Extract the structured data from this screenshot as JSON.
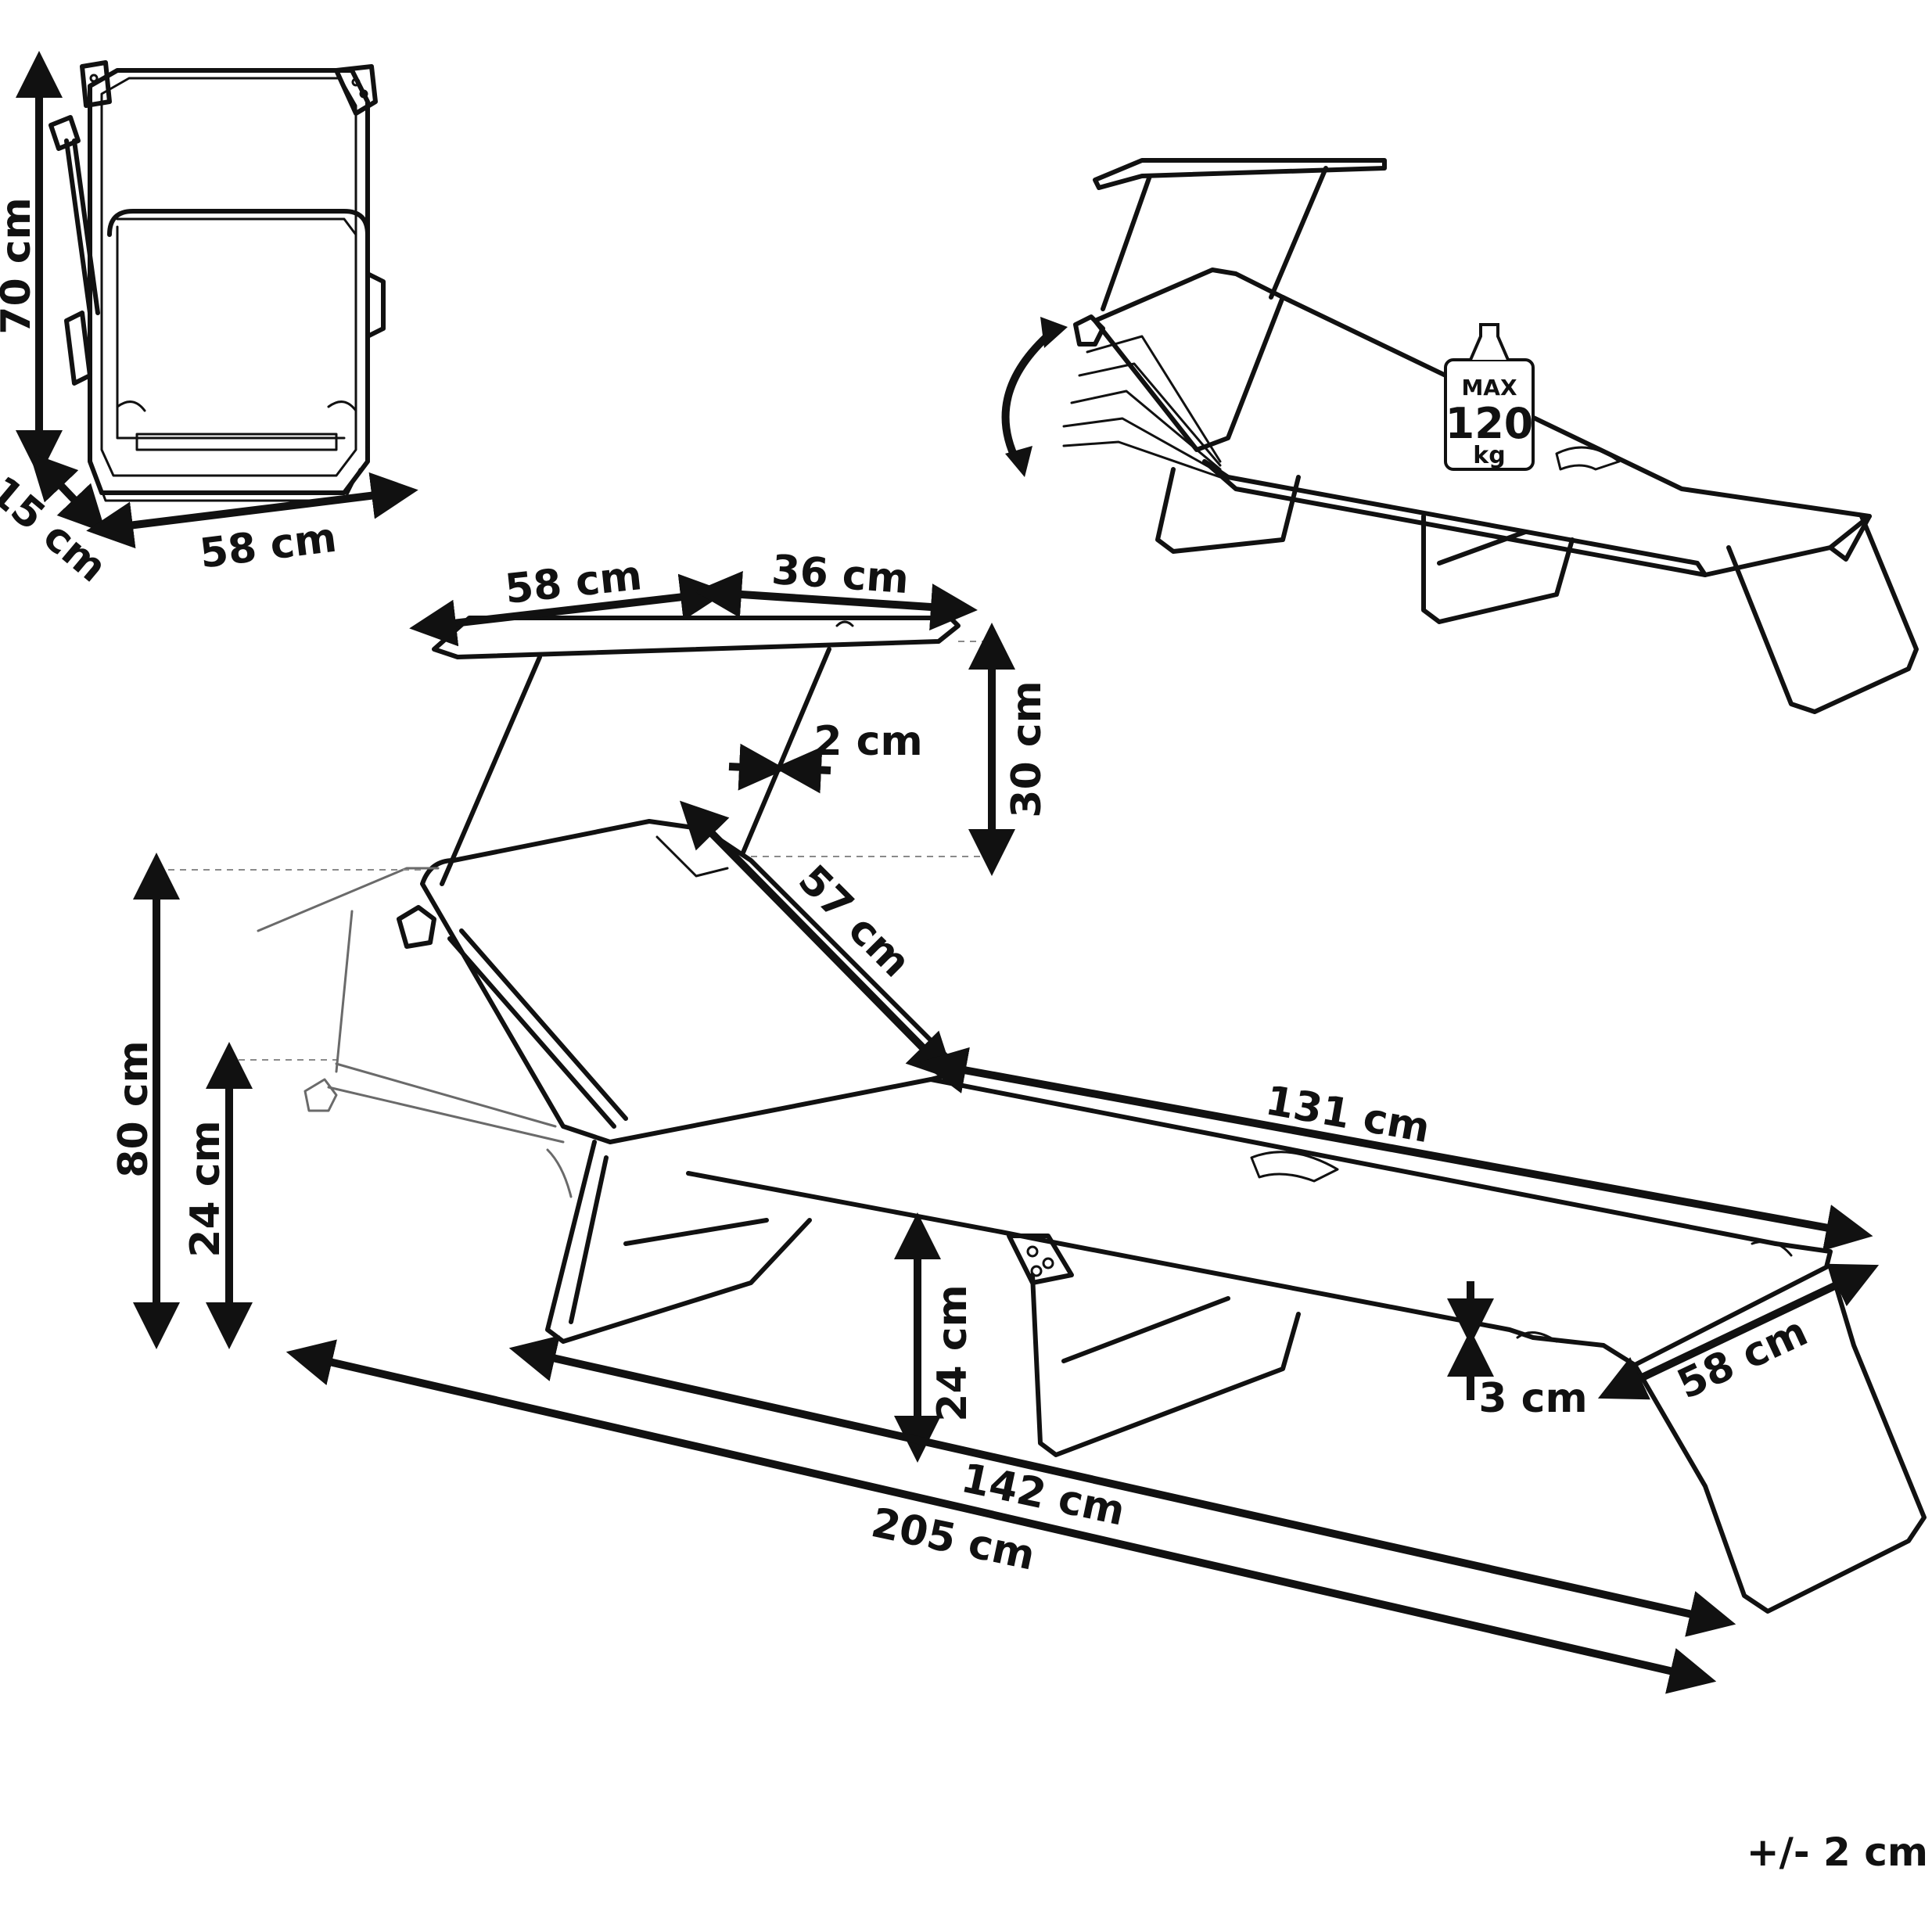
{
  "folded_view": {
    "height": "70 cm",
    "depth": "15 cm",
    "width": "58 cm"
  },
  "weight_badge": {
    "line1": "MAX",
    "line2": "120",
    "line3": "kg"
  },
  "main_view": {
    "canopy_width": "58 cm",
    "canopy_depth": "36 cm",
    "canopy_height": "30 cm",
    "pole_diameter": "2 cm",
    "backrest_length": "57 cm",
    "seat_length": "131 cm",
    "seat_width": "58 cm",
    "frame_thickness": "3 cm",
    "seat_height": "24 cm",
    "left_seat_height": "24 cm",
    "total_height": "80 cm",
    "legs_length": "142 cm",
    "total_length": "205 cm"
  },
  "tolerance": "+/- 2 cm",
  "colors": {
    "ink": "#111111",
    "ghost": "#6a6a6a"
  }
}
